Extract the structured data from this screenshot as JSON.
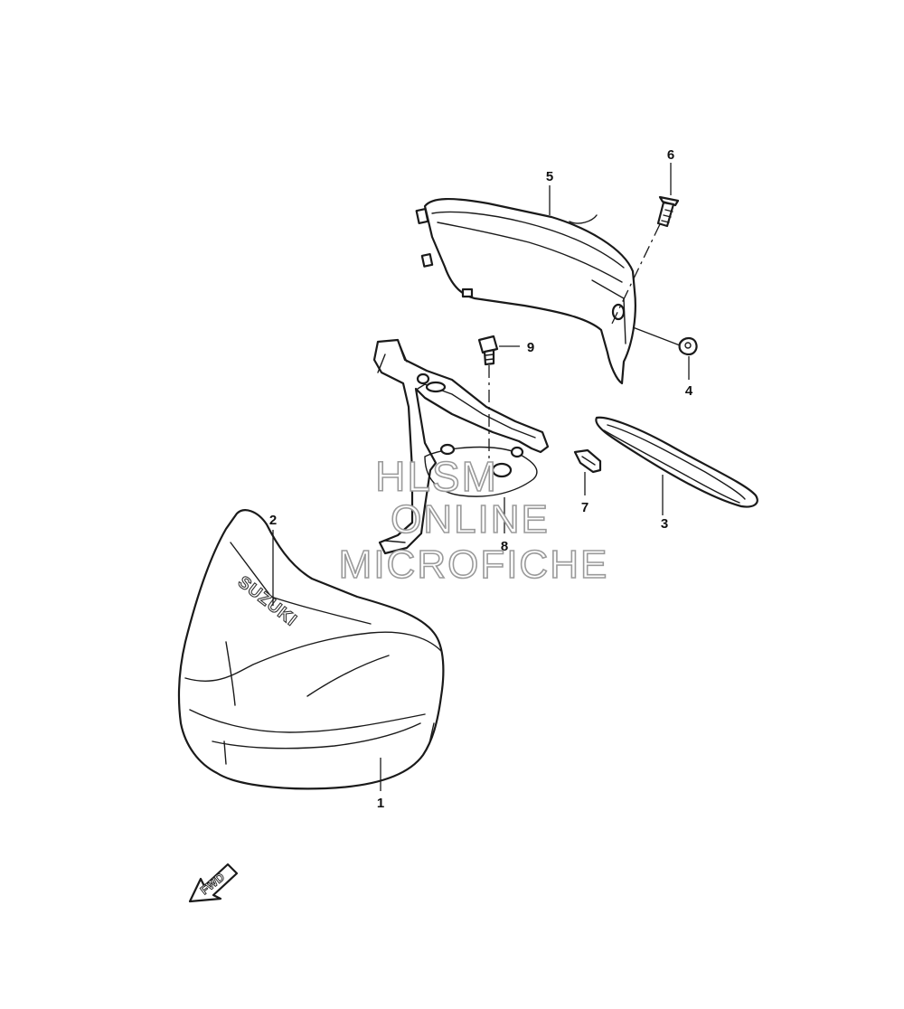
{
  "callouts": [
    {
      "id": "1",
      "label": "1"
    },
    {
      "id": "2",
      "label": "2"
    },
    {
      "id": "3",
      "label": "3"
    },
    {
      "id": "4",
      "label": "4"
    },
    {
      "id": "5",
      "label": "5"
    },
    {
      "id": "6",
      "label": "6"
    },
    {
      "id": "7",
      "label": "7"
    },
    {
      "id": "8",
      "label": "8"
    },
    {
      "id": "9",
      "label": "9"
    }
  ],
  "cowl_logo": "SUZUKI",
  "fwd_label": "FWD",
  "watermark": {
    "line1": "HLSM",
    "line2": "ONLINE",
    "line3": "MICROFICHE"
  },
  "colors": {
    "line": "#1a1a1a",
    "watermark": "#9a9a9a",
    "background": "#ffffff"
  }
}
